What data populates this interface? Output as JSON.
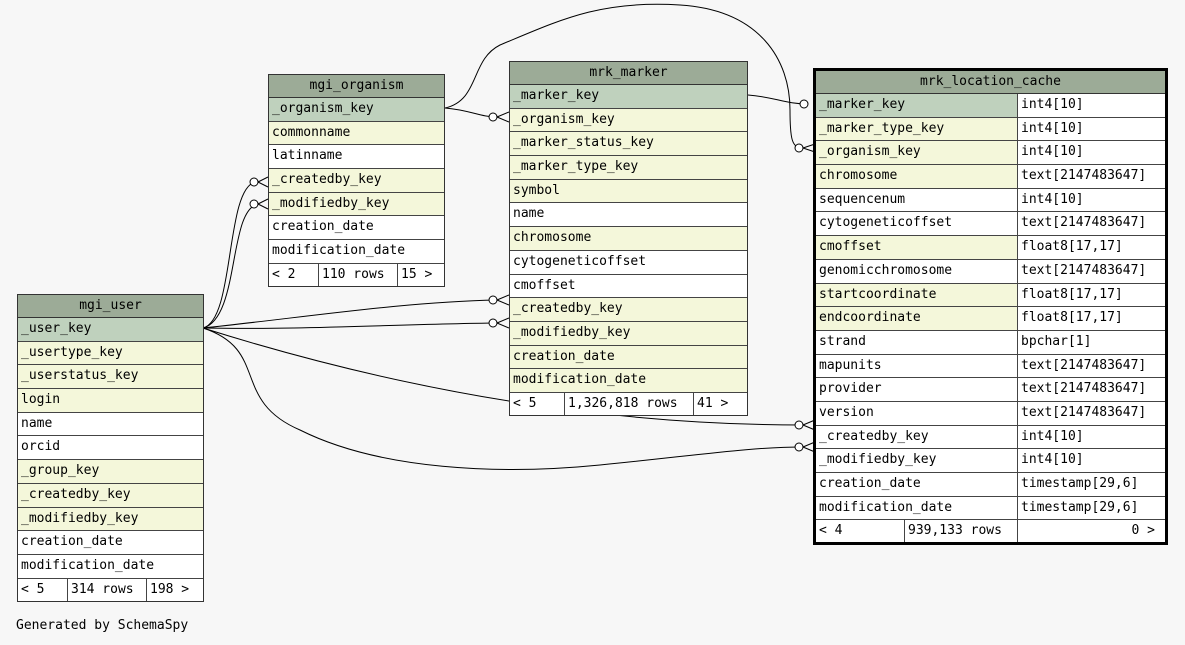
{
  "credit": "Generated by SchemaSpy",
  "colors": {
    "title_bg": "#9cab97",
    "pk_bg": "#bfd1bd",
    "fk_bg": "#f4f7da",
    "background": "#f7f7f7"
  },
  "tables": {
    "mgi_organism": {
      "name": "mgi_organism",
      "columns": [
        {
          "name": "_organism_key",
          "kind": "pk"
        },
        {
          "name": "commonname",
          "kind": "fk"
        },
        {
          "name": "latinname",
          "kind": "plain"
        },
        {
          "name": "_createdby_key",
          "kind": "fk"
        },
        {
          "name": "_modifiedby_key",
          "kind": "fk"
        },
        {
          "name": "creation_date",
          "kind": "plain"
        },
        {
          "name": "modification_date",
          "kind": "plain"
        }
      ],
      "footer": {
        "parents": "< 2",
        "rows": "110 rows",
        "children": "15 >"
      }
    },
    "mrk_marker": {
      "name": "mrk_marker",
      "columns": [
        {
          "name": "_marker_key",
          "kind": "pk"
        },
        {
          "name": "_organism_key",
          "kind": "fk"
        },
        {
          "name": "_marker_status_key",
          "kind": "fk"
        },
        {
          "name": "_marker_type_key",
          "kind": "fk"
        },
        {
          "name": "symbol",
          "kind": "fk"
        },
        {
          "name": "name",
          "kind": "plain"
        },
        {
          "name": "chromosome",
          "kind": "fk"
        },
        {
          "name": "cytogeneticoffset",
          "kind": "plain"
        },
        {
          "name": "cmoffset",
          "kind": "plain"
        },
        {
          "name": "_createdby_key",
          "kind": "fk"
        },
        {
          "name": "_modifiedby_key",
          "kind": "fk"
        },
        {
          "name": "creation_date",
          "kind": "fk"
        },
        {
          "name": "modification_date",
          "kind": "fk"
        }
      ],
      "footer": {
        "parents": "< 5",
        "rows": "1,326,818 rows",
        "children": "41 >"
      }
    },
    "mrk_location_cache": {
      "name": "mrk_location_cache",
      "columns": [
        {
          "name": "_marker_key",
          "type": "int4[10]",
          "kind": "pk"
        },
        {
          "name": "_marker_type_key",
          "type": "int4[10]",
          "kind": "fk"
        },
        {
          "name": "_organism_key",
          "type": "int4[10]",
          "kind": "fk"
        },
        {
          "name": "chromosome",
          "type": "text[2147483647]",
          "kind": "fk"
        },
        {
          "name": "sequencenum",
          "type": "int4[10]",
          "kind": "plain"
        },
        {
          "name": "cytogeneticoffset",
          "type": "text[2147483647]",
          "kind": "plain"
        },
        {
          "name": "cmoffset",
          "type": "float8[17,17]",
          "kind": "fk"
        },
        {
          "name": "genomicchromosome",
          "type": "text[2147483647]",
          "kind": "plain"
        },
        {
          "name": "startcoordinate",
          "type": "float8[17,17]",
          "kind": "fk"
        },
        {
          "name": "endcoordinate",
          "type": "float8[17,17]",
          "kind": "fk"
        },
        {
          "name": "strand",
          "type": "bpchar[1]",
          "kind": "plain"
        },
        {
          "name": "mapunits",
          "type": "text[2147483647]",
          "kind": "plain"
        },
        {
          "name": "provider",
          "type": "text[2147483647]",
          "kind": "plain"
        },
        {
          "name": "version",
          "type": "text[2147483647]",
          "kind": "plain"
        },
        {
          "name": "_createdby_key",
          "type": "int4[10]",
          "kind": "plain"
        },
        {
          "name": "_modifiedby_key",
          "type": "int4[10]",
          "kind": "plain"
        },
        {
          "name": "creation_date",
          "type": "timestamp[29,6]",
          "kind": "plain"
        },
        {
          "name": "modification_date",
          "type": "timestamp[29,6]",
          "kind": "plain"
        }
      ],
      "footer": {
        "parents": "< 4",
        "rows": "939,133 rows",
        "children": "0 >"
      }
    },
    "mgi_user": {
      "name": "mgi_user",
      "columns": [
        {
          "name": "_user_key",
          "kind": "pk"
        },
        {
          "name": "_usertype_key",
          "kind": "fk"
        },
        {
          "name": "_userstatus_key",
          "kind": "fk"
        },
        {
          "name": "login",
          "kind": "fk"
        },
        {
          "name": "name",
          "kind": "plain"
        },
        {
          "name": "orcid",
          "kind": "plain"
        },
        {
          "name": "_group_key",
          "kind": "fk"
        },
        {
          "name": "_createdby_key",
          "kind": "fk"
        },
        {
          "name": "_modifiedby_key",
          "kind": "fk"
        },
        {
          "name": "creation_date",
          "kind": "plain"
        },
        {
          "name": "modification_date",
          "kind": "plain"
        }
      ],
      "footer": {
        "parents": "< 5",
        "rows": "314 rows",
        "children": "198 >"
      }
    }
  }
}
